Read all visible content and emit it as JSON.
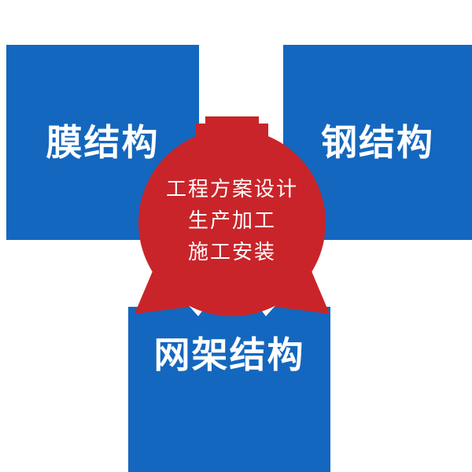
{
  "colors": {
    "blue": "#1467be",
    "red": "#c9242a",
    "white": "#ffffff"
  },
  "boxes": {
    "membrane": {
      "label": "膜结构"
    },
    "steel": {
      "label": "钢结构"
    },
    "space_frame": {
      "label": "网架结构"
    }
  },
  "badge": {
    "lines": [
      "工程方案设计",
      "生产加工",
      "施工安装"
    ]
  }
}
